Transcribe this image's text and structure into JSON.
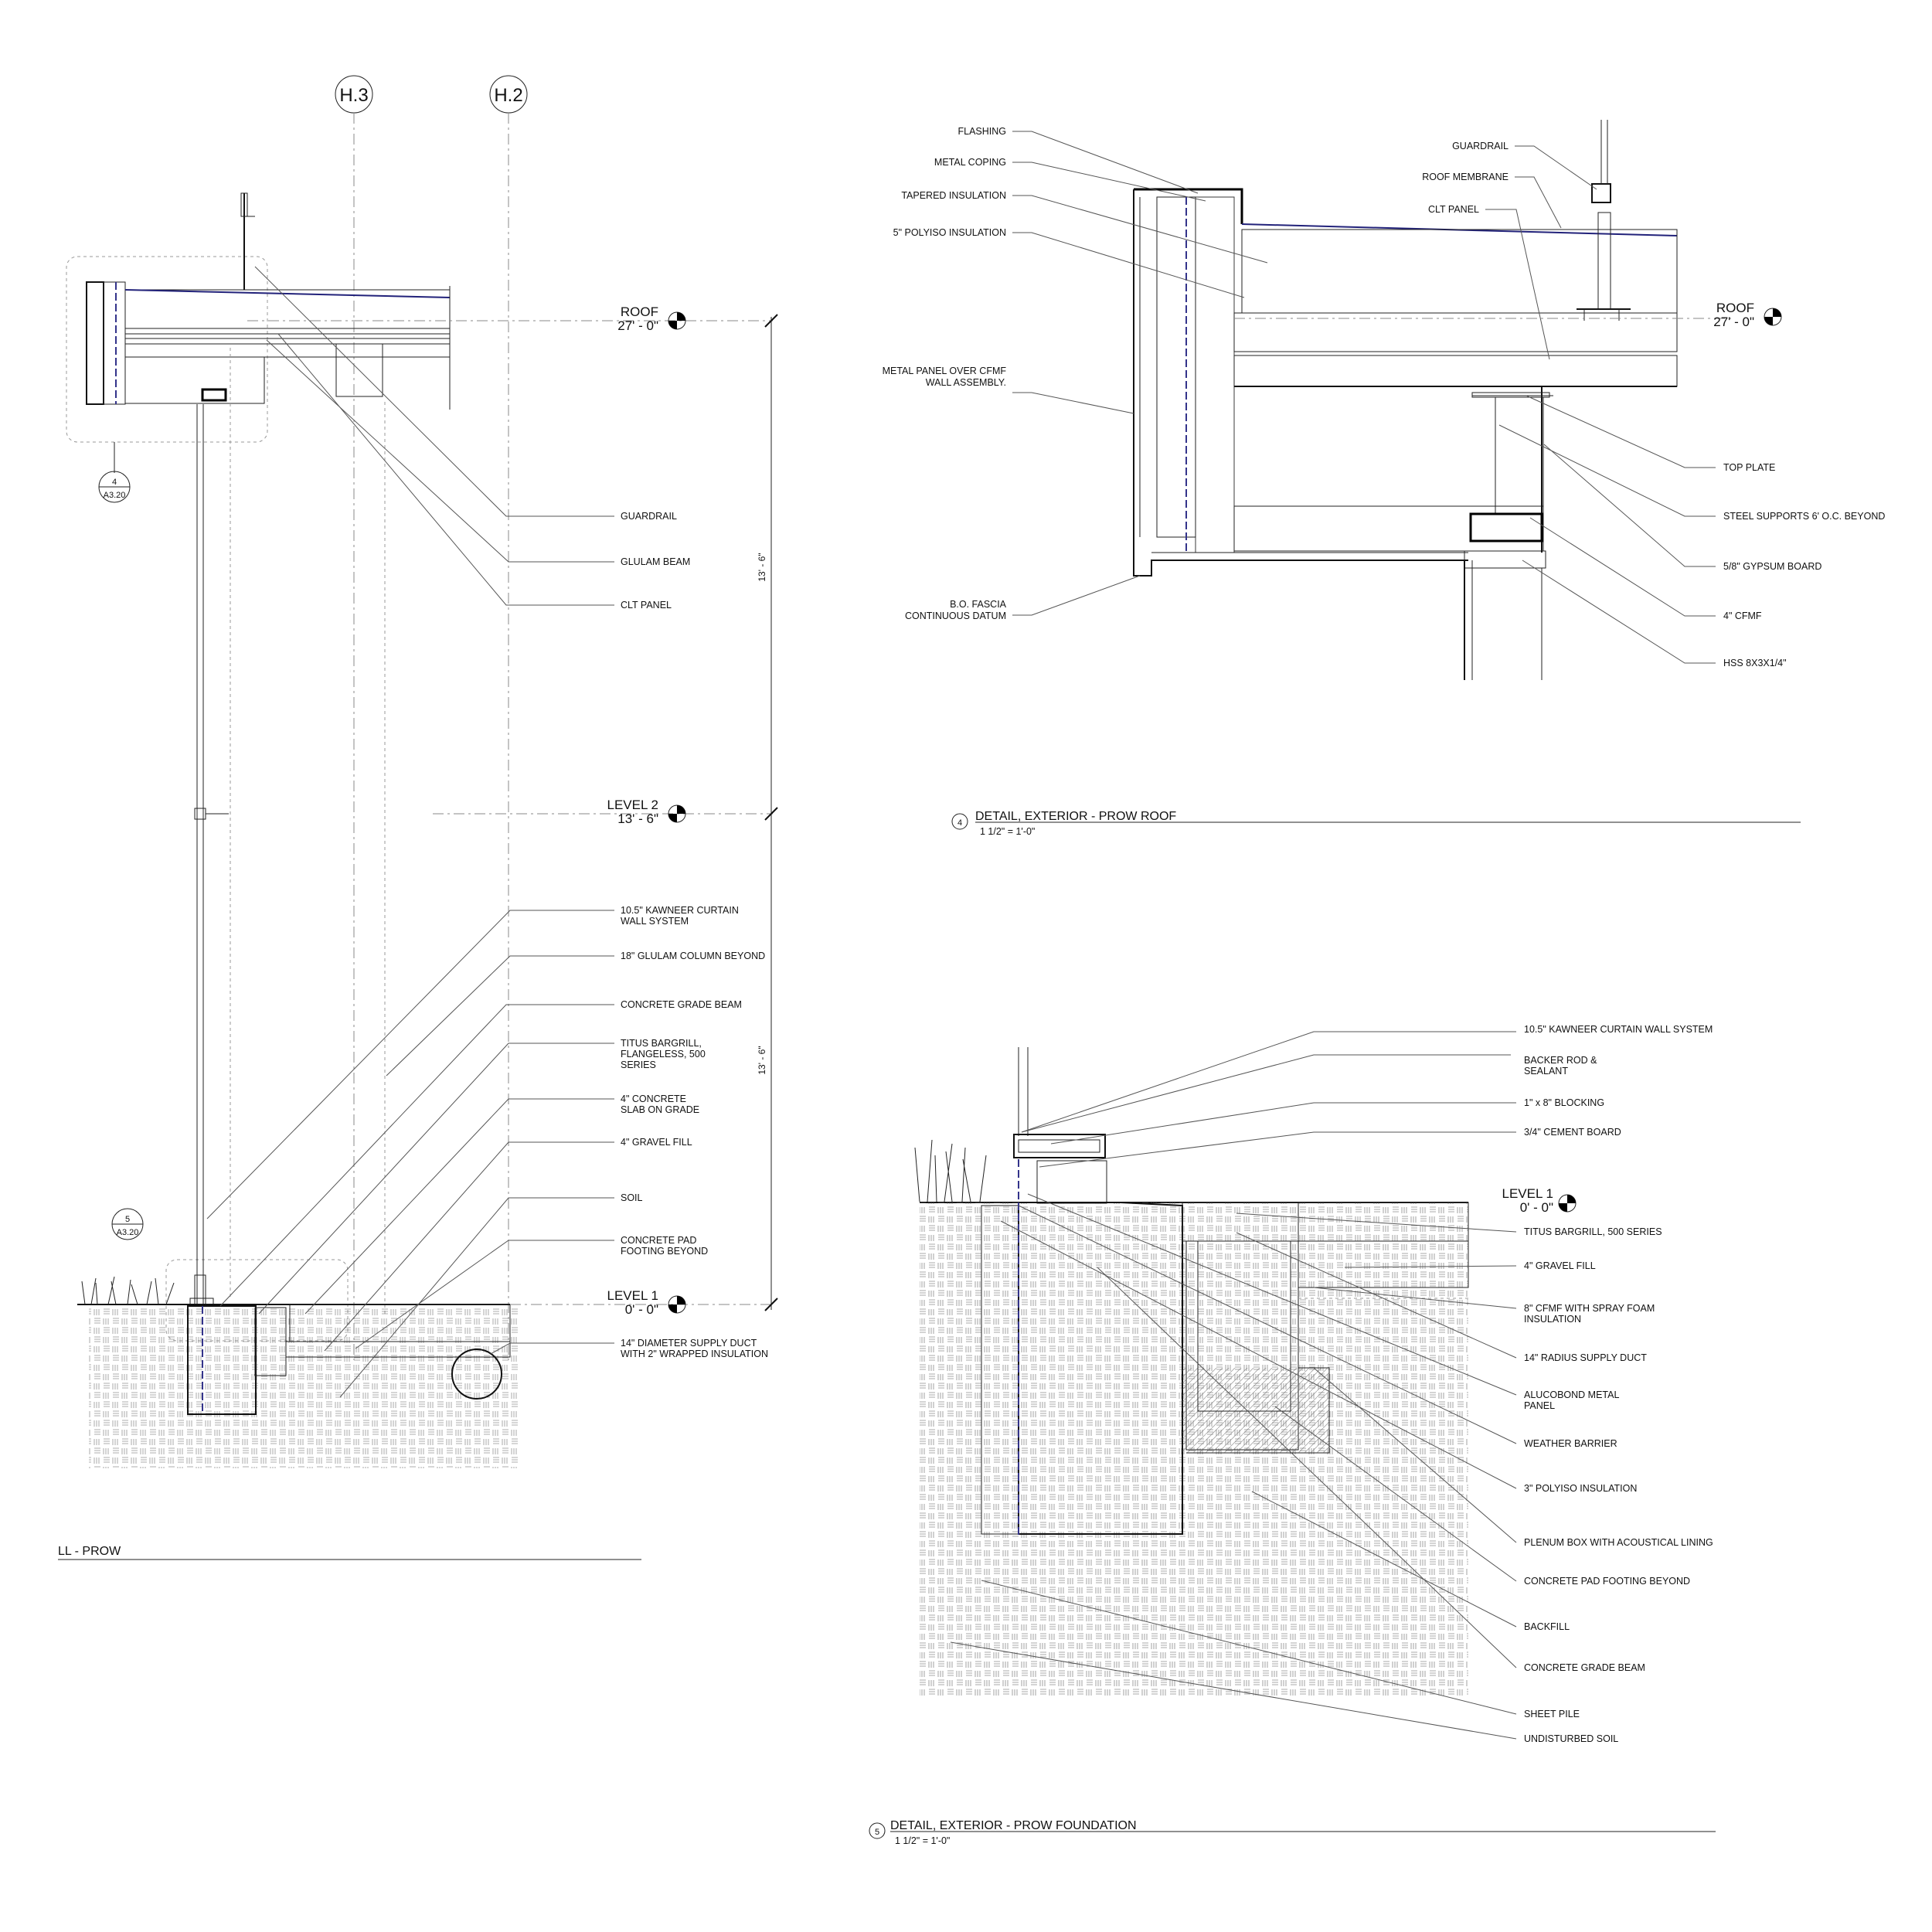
{
  "grid_lines": {
    "h3": "H.3",
    "h2": "H.2"
  },
  "section": {
    "levels": {
      "roof": {
        "name": "ROOF",
        "elev": "27' - 0\""
      },
      "level2": {
        "name": "LEVEL 2",
        "elev": "13' - 6\""
      },
      "level1": {
        "name": "LEVEL 1",
        "elev": "0' - 0\""
      }
    },
    "dimensions": {
      "upper": "13' - 6\"",
      "lower": "13' - 6\""
    },
    "callouts": {
      "roof_num": "4",
      "roof_sheet": "A3.20",
      "foundation_num": "5",
      "foundation_sheet": "A3.20"
    },
    "labels": {
      "guardrail": "GUARDRAIL",
      "glulam_beam": "GLULAM BEAM",
      "clt_panel": "CLT PANEL",
      "curtain_wall_1": "10.5\" KAWNEER CURTAIN",
      "curtain_wall_2": "WALL SYSTEM",
      "glulam_column": "18\" GLULAM COLUMN BEYOND",
      "grade_beam": "CONCRETE GRADE BEAM",
      "titus_1": "TITUS BARGRILL,",
      "titus_2": "FLANGELESS, 500",
      "titus_3": "SERIES",
      "slab_1": "4\" CONCRETE",
      "slab_2": "SLAB ON GRADE",
      "gravel": "4\" GRAVEL FILL",
      "soil": "SOIL",
      "pad_1": "CONCRETE PAD",
      "pad_2": "FOOTING BEYOND",
      "duct_1": "14\" DIAMETER SUPPLY DUCT",
      "duct_2": "WITH 2\" WRAPPED INSULATION"
    },
    "title": "LL - PROW"
  },
  "roof_detail": {
    "level": {
      "name": "ROOF",
      "elev": "27' - 0\""
    },
    "labels": {
      "flashing": "FLASHING",
      "metal_coping": "METAL COPING",
      "tapered": "TAPERED INSULATION",
      "polyiso": "5\" POLYISO INSULATION",
      "metal_panel_1": "METAL PANEL OVER CFMF",
      "metal_panel_2": "WALL ASSEMBLY.",
      "bo_fascia_1": "B.O. FASCIA",
      "bo_fascia_2": "CONTINUOUS DATUM",
      "guardrail": "GUARDRAIL",
      "roof_membrane": "ROOF MEMBRANE",
      "clt_panel": "CLT PANEL",
      "top_plate": "TOP PLATE",
      "steel_supports": "STEEL SUPPORTS 6' O.C. BEYOND",
      "gypsum": "5/8\" GYPSUM BOARD",
      "cfmf": "4\" CFMF",
      "hss": "HSS 8X3X1/4\""
    },
    "title_num": "4",
    "title": "DETAIL, EXTERIOR - PROW ROOF",
    "scale": "1 1/2\" = 1'-0\""
  },
  "foundation_detail": {
    "level": {
      "name": "LEVEL 1",
      "elev": "0' - 0\""
    },
    "labels": {
      "curtain_wall": "10.5\" KAWNEER CURTAIN WALL SYSTEM",
      "backer_1": "BACKER ROD &",
      "backer_2": "SEALANT",
      "blocking": "1\" x 8\" BLOCKING",
      "cement_board": "3/4\" CEMENT BOARD",
      "titus": "TITUS BARGRILL, 500 SERIES",
      "gravel": "4\" GRAVEL FILL",
      "cfmf_1": "8\" CFMF WITH SPRAY FOAM",
      "cfmf_2": "INSULATION",
      "duct": "14\" RADIUS SUPPLY DUCT",
      "alucobond_1": "ALUCOBOND METAL",
      "alucobond_2": "PANEL",
      "weather": "WEATHER BARRIER",
      "polyiso": "3\" POLYISO INSULATION",
      "plenum": "PLENUM BOX WITH ACOUSTICAL LINING",
      "pad": "CONCRETE PAD FOOTING BEYOND",
      "backfill": "BACKFILL",
      "grade_beam": "CONCRETE GRADE BEAM",
      "sheet_pile": "SHEET PILE",
      "undisturbed": "UNDISTURBED SOIL"
    },
    "title_num": "5",
    "title": "DETAIL, EXTERIOR - PROW FOUNDATION",
    "scale": "1 1/2\" = 1'-0\""
  }
}
